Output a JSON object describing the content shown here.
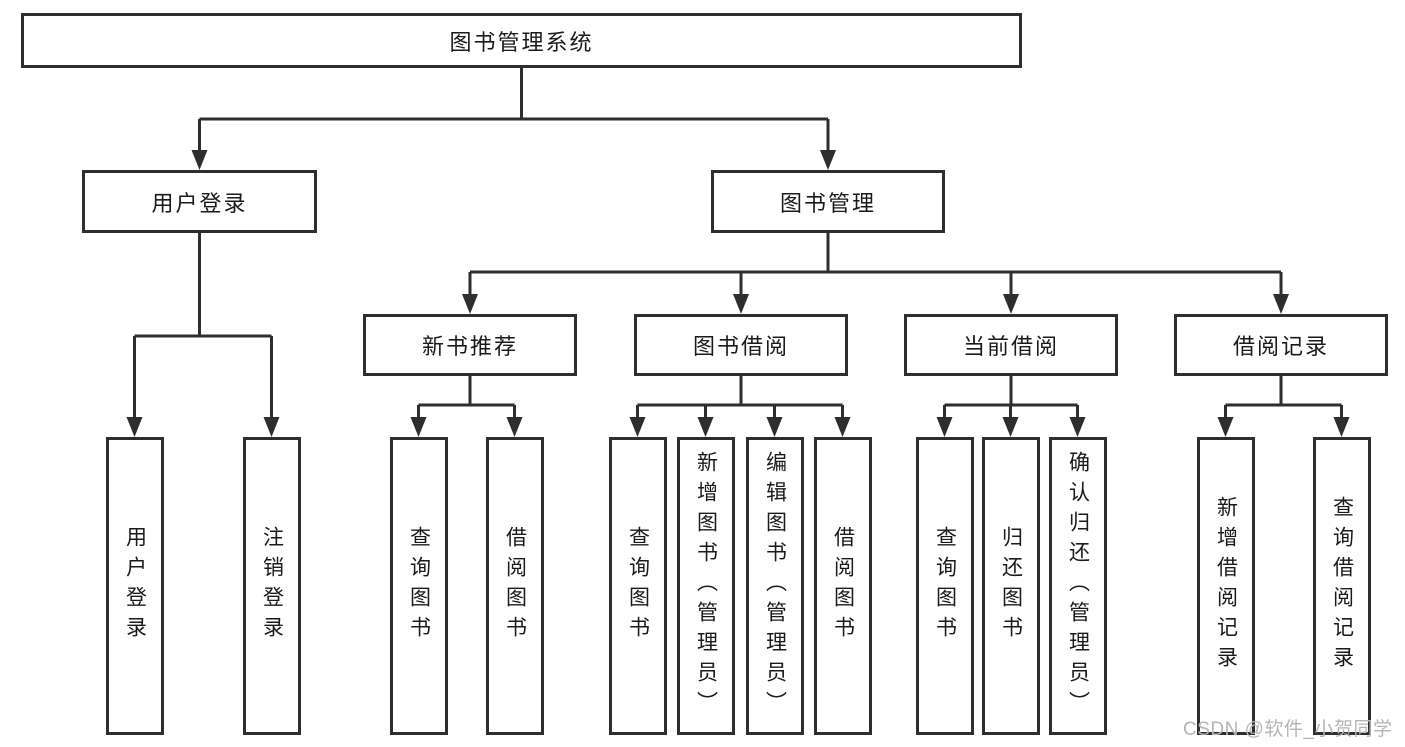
{
  "colors": {
    "line": "#2e2e2e",
    "text": "#1a1a1a",
    "watermark": "#b5b5b5"
  },
  "nodes": {
    "root": "图书管理系统",
    "level2": [
      "用户登录",
      "图书管理"
    ],
    "level3": [
      "新书推荐",
      "图书借阅",
      "当前借阅",
      "借阅记录"
    ],
    "leaves": [
      "用户登录",
      "注销登录",
      "查询图书",
      "借阅图书",
      "查询图书",
      "新增图书（管理员）",
      "编辑图书（管理员）",
      "借阅图书",
      "查询图书",
      "归还图书",
      "确认归还（管理员）",
      "新增借阅记录",
      "查询借阅记录"
    ]
  },
  "watermark": "CSDN @软件_小贺同学"
}
